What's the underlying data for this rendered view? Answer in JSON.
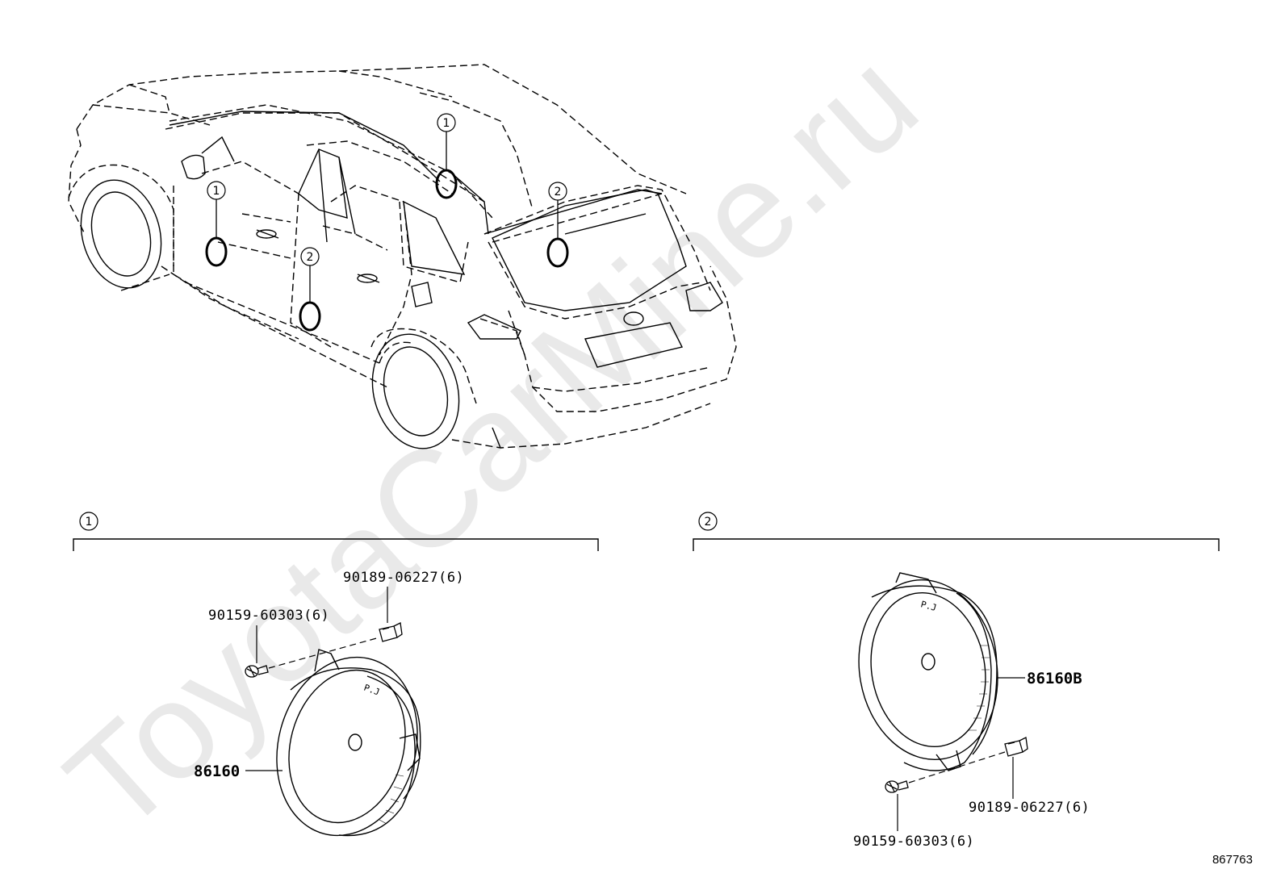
{
  "watermark": "ToyotaCarMine.ru",
  "callouts": {
    "one": "1",
    "two": "2"
  },
  "group_1": {
    "heading": "1",
    "parts": {
      "speaker": "86160",
      "screw": "90159-60303(6)",
      "nut": "90189-06227(6)"
    }
  },
  "group_2": {
    "heading": "2",
    "parts": {
      "speaker": "86160B",
      "screw": "90159-60303(6)",
      "nut": "90189-06227(6)"
    }
  },
  "diagram_id": "867763"
}
